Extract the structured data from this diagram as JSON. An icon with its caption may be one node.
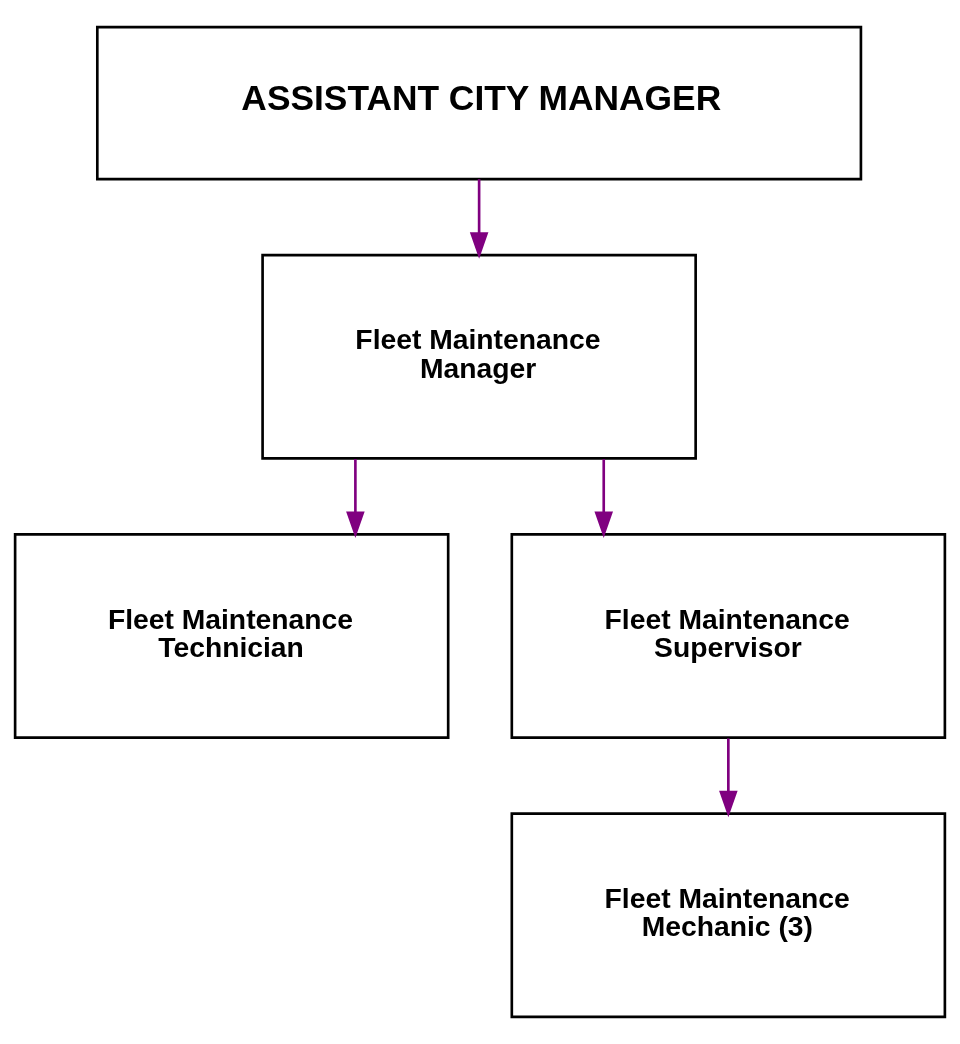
{
  "diagram": {
    "nodes": [
      {
        "text": [
          "ASSISTANT CITY MANAGER"
        ]
      },
      {
        "text": [
          "Fleet Maintenance Manager"
        ]
      },
      {
        "text": [
          "Fleet Maintenance Technician"
        ]
      },
      {
        "text": [
          "Fleet Maintenance Supervisor"
        ]
      },
      {
        "text": [
          "Fleet Maintenance Mechanic (3)"
        ]
      }
    ],
    "edges": [
      {
        "from": 0,
        "to": 1,
        "arrow": "to"
      },
      {
        "from": 1,
        "to": 2,
        "arrow": "to"
      },
      {
        "from": 1,
        "to": 3,
        "arrow": "to"
      },
      {
        "from": 3,
        "to": 4,
        "arrow": "to"
      }
    ]
  }
}
